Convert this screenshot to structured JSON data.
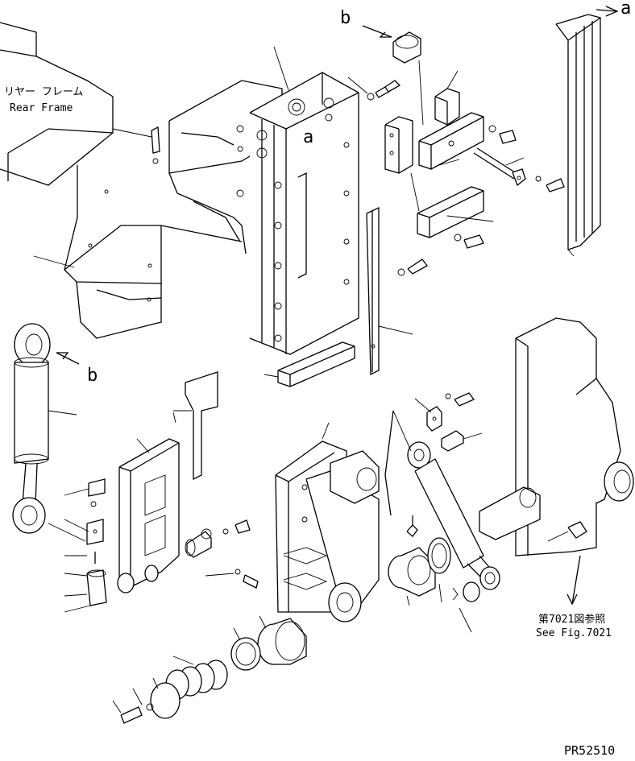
{
  "labels": {
    "rear_frame_jp": "リヤー フレーム",
    "rear_frame_en": "Rear Frame",
    "callout_a": "a",
    "callout_b": "b",
    "see_fig_jp": "第7021図参照",
    "see_fig_en": "See Fig.7021",
    "drawing_code": "PR52510"
  }
}
